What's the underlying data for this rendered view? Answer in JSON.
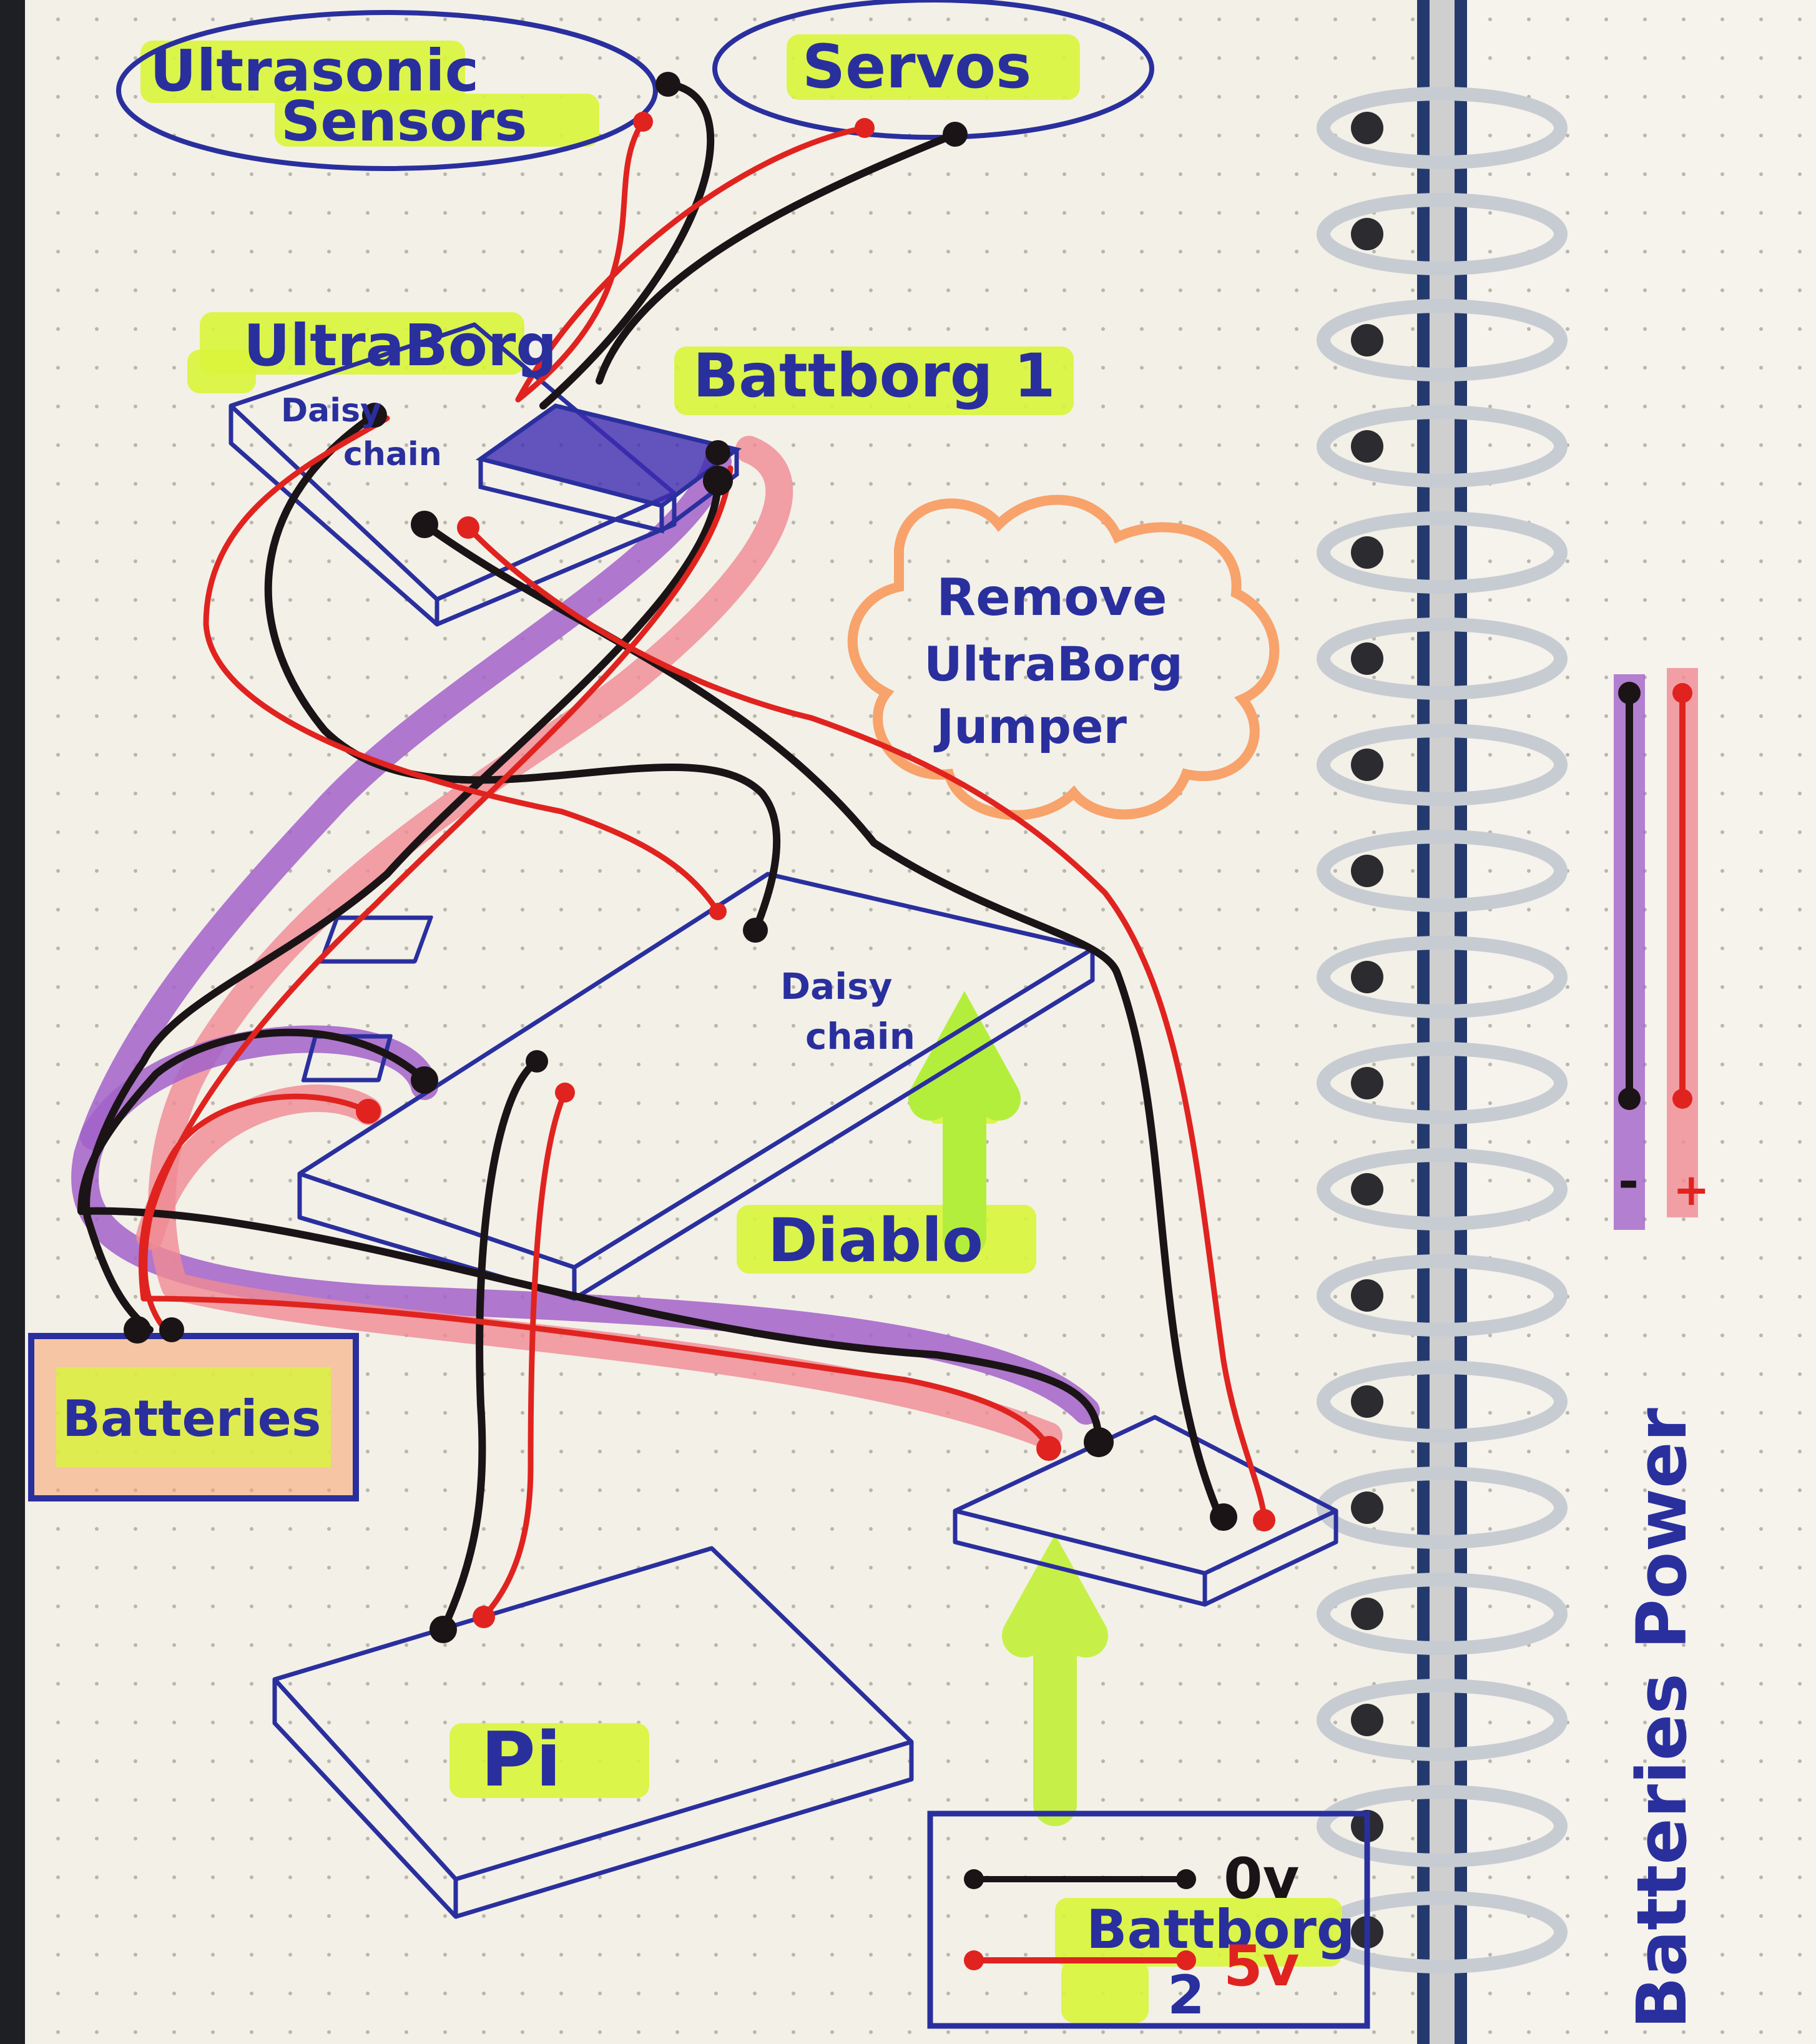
{
  "labels": {
    "ultrasonic_line1": "Ultrasonic",
    "ultrasonic_line2": "Sensors",
    "servos": "Servos",
    "ultraborg": "UltraBorg",
    "battborg1": "Battborg 1",
    "daisy_chain_top_1": "Daisy",
    "daisy_chain_top_2": "chain",
    "remove_line1": "Remove",
    "remove_line2": "UltraBorg",
    "remove_line3": "Jumper",
    "daisy_chain_diablo_1": "Daisy",
    "daisy_chain_diablo_2": "chain",
    "diablo": "Diablo",
    "batteries": "Batteries",
    "pi": "Pi",
    "battborg2_line1": "Battborg",
    "battborg2_line2": "2",
    "legend_0v": "0v",
    "legend_5v": "5v",
    "side_minus": "-",
    "side_plus": "+",
    "side_text": "Batteries Power"
  },
  "colors": {
    "ink_blue": "#2a2f9e",
    "wire_black": "#1b1416",
    "wire_red": "#e0231f",
    "highlight_yellow": "#d9f53a",
    "highlight_purple": "#a261c9",
    "highlight_pink": "#f08a94",
    "highlight_orange": "#f7a36b",
    "paper": "#f3f0e8"
  }
}
